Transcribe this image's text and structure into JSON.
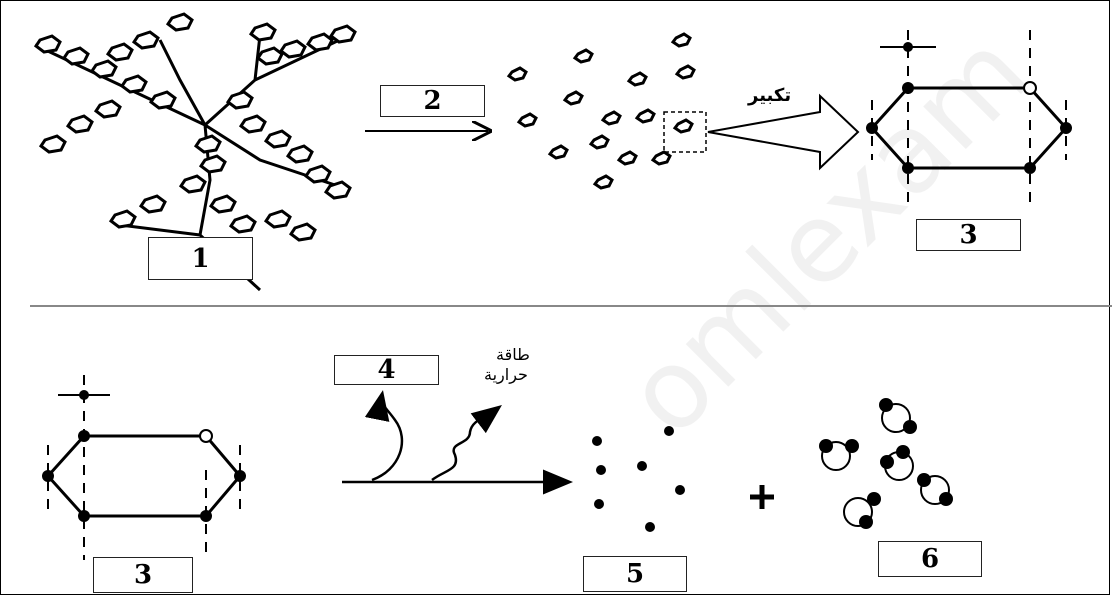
{
  "watermark": "omlexam",
  "labels": {
    "one": "1",
    "two": "2",
    "three_top": "3",
    "three_bottom": "3",
    "four": "4",
    "five": "5",
    "six": "6"
  },
  "annotations": {
    "magnify": "تكبير",
    "heat_energy_line1": "طاقة",
    "heat_energy_line2": "حرارية"
  },
  "signs": {
    "plus": "+"
  }
}
